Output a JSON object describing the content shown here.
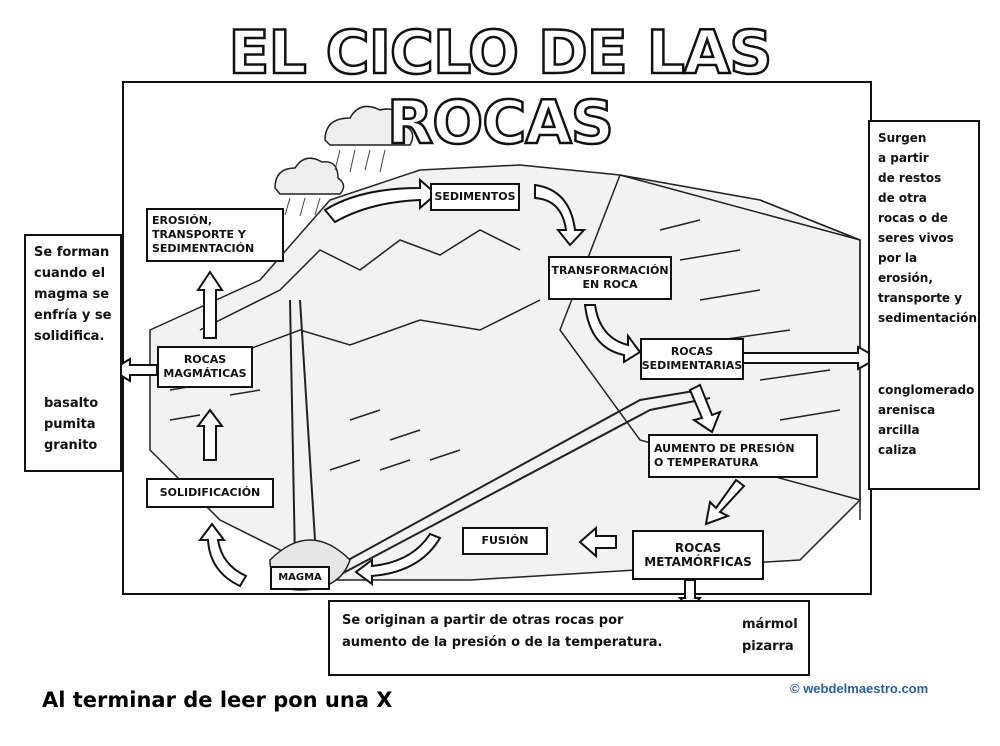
{
  "title": "EL CICLO DE LAS ROCAS",
  "labels": {
    "sedimentos": "SEDIMENTOS",
    "erosion": [
      "EROSIÓN,",
      "TRANSPORTE Y",
      "SEDIMENTACIÓN"
    ],
    "transformacion": [
      "TRANSFORMACIÓN",
      "EN ROCA"
    ],
    "rocas_sedimentarias": [
      "ROCAS",
      "SEDIMENTARIAS"
    ],
    "rocas_magmaticas": [
      "ROCAS",
      "MAGMÁTICAS"
    ],
    "aumento": [
      "AUMENTO DE PRESIÓN",
      "O TEMPERATURA"
    ],
    "solidificacion": "SOLIDIFICACIÓN",
    "fusion": "FUSIÓN",
    "rocas_metamorficas": [
      "ROCAS",
      "METAMÓRFICAS"
    ],
    "magma": "MAGMA"
  },
  "left_box": {
    "lines": [
      "Se forman",
      "cuando el",
      "magma se",
      "enfría y se",
      "solidifica."
    ],
    "examples": [
      "basalto",
      "pumita",
      "granito"
    ]
  },
  "right_box": {
    "lines": [
      "Surgen",
      "a partir",
      "de restos",
      "de otra",
      "rocas o de",
      "seres vivos",
      "por la",
      "erosión,",
      "transporte y",
      "sedimentación"
    ],
    "examples": [
      "conglomerado",
      "arenisca",
      "arcilla",
      "caliza"
    ]
  },
  "bottom_box": {
    "lines": [
      "Se originan a partir de otras rocas por",
      "aumento de la presión o de la temperatura."
    ],
    "examples": [
      "mármol",
      "pizarra"
    ]
  },
  "footer": "Al terminar de leer pon una X",
  "credit": "© webdelmaestro.com"
}
